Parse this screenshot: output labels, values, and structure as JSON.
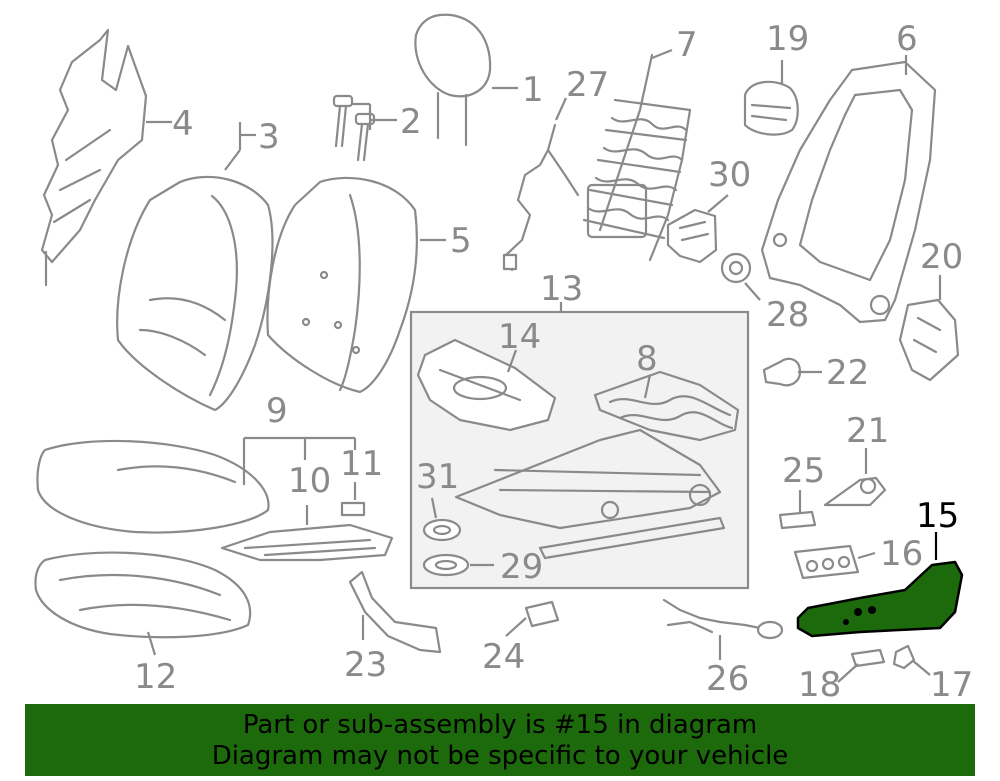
{
  "callouts": [
    {
      "id": "1",
      "label": "1"
    },
    {
      "id": "2",
      "label": "2"
    },
    {
      "id": "3",
      "label": "3"
    },
    {
      "id": "4",
      "label": "4"
    },
    {
      "id": "5",
      "label": "5"
    },
    {
      "id": "6",
      "label": "6"
    },
    {
      "id": "7",
      "label": "7"
    },
    {
      "id": "8",
      "label": "8"
    },
    {
      "id": "9",
      "label": "9"
    },
    {
      "id": "10",
      "label": "10"
    },
    {
      "id": "11",
      "label": "11"
    },
    {
      "id": "12",
      "label": "12"
    },
    {
      "id": "13",
      "label": "13"
    },
    {
      "id": "14",
      "label": "14"
    },
    {
      "id": "15",
      "label": "15"
    },
    {
      "id": "16",
      "label": "16"
    },
    {
      "id": "17",
      "label": "17"
    },
    {
      "id": "18",
      "label": "18"
    },
    {
      "id": "19",
      "label": "19"
    },
    {
      "id": "20",
      "label": "20"
    },
    {
      "id": "21",
      "label": "21"
    },
    {
      "id": "22",
      "label": "22"
    },
    {
      "id": "23",
      "label": "23"
    },
    {
      "id": "24",
      "label": "24"
    },
    {
      "id": "25",
      "label": "25"
    },
    {
      "id": "26",
      "label": "26"
    },
    {
      "id": "27",
      "label": "27"
    },
    {
      "id": "28",
      "label": "28"
    },
    {
      "id": "29",
      "label": "29"
    },
    {
      "id": "30",
      "label": "30"
    },
    {
      "id": "31",
      "label": "31"
    }
  ],
  "highlight": {
    "part": "15",
    "color": "#1c6a0b"
  },
  "banner": {
    "line1": "Part or sub-assembly is #15 in diagram",
    "line2": "Diagram may not be specific to your vehicle",
    "color": "#1c6a0b"
  }
}
